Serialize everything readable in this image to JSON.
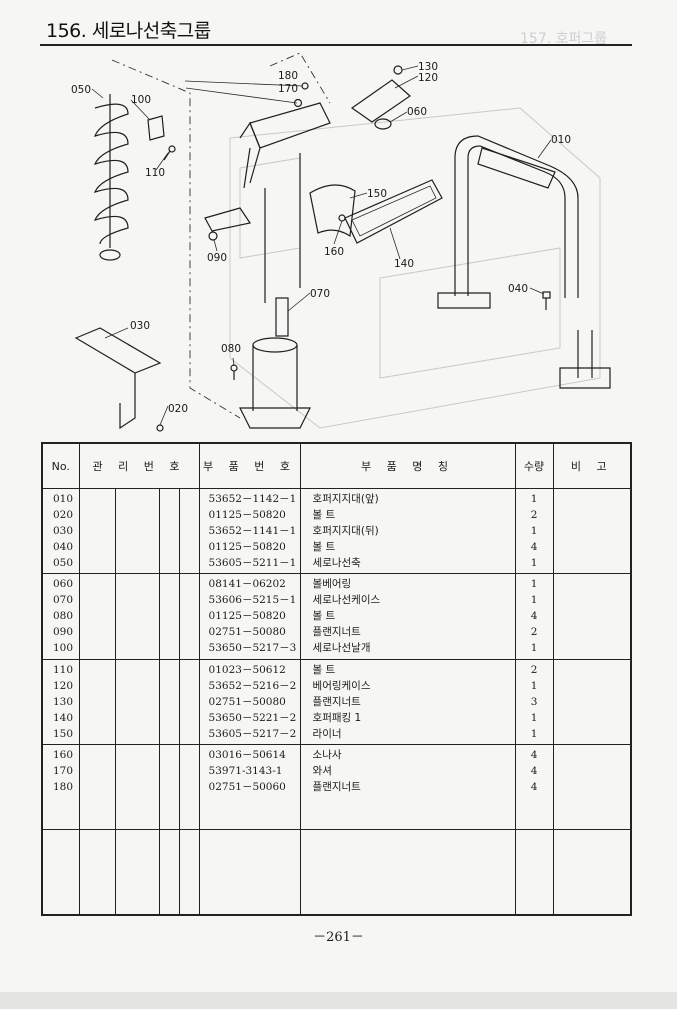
{
  "header": {
    "title": "156. 세로나선축그룹",
    "ghost_title": "157. 호퍼그룹"
  },
  "diagram": {
    "callouts": {
      "c010": "010",
      "c020": "020",
      "c030": "030",
      "c040": "040",
      "c050": "050",
      "c060": "060",
      "c070": "070",
      "c080": "080",
      "c090": "090",
      "c100": "100",
      "c110": "110",
      "c120": "120",
      "c130": "130",
      "c140": "140",
      "c150": "150",
      "c160": "160",
      "c170": "170",
      "c180": "180"
    }
  },
  "table": {
    "headers": {
      "no": "No.",
      "mgmt": "관 리 번 호",
      "part_no": "부 품 번 호",
      "name": "부 품 명 칭",
      "qty": "수량",
      "remark": "비 고"
    },
    "groups": [
      {
        "rows": [
          {
            "no": "010",
            "part_no": "53652－1142－1",
            "name": "호퍼지지대(앞)",
            "qty": "1"
          },
          {
            "no": "020",
            "part_no": "01125－50820",
            "name": "볼 트",
            "qty": "2"
          },
          {
            "no": "030",
            "part_no": "53652－1141－1",
            "name": "호퍼지지대(뒤)",
            "qty": "1"
          },
          {
            "no": "040",
            "part_no": "01125－50820",
            "name": "볼 트",
            "qty": "4"
          },
          {
            "no": "050",
            "part_no": "53605－5211－1",
            "name": "세로나선축",
            "qty": "1"
          }
        ]
      },
      {
        "rows": [
          {
            "no": "060",
            "part_no": "08141－06202",
            "name": "볼베어링",
            "qty": "1"
          },
          {
            "no": "070",
            "part_no": "53606－5215－1",
            "name": "세로나선케이스",
            "qty": "1"
          },
          {
            "no": "080",
            "part_no": "01125－50820",
            "name": "볼 트",
            "qty": "4"
          },
          {
            "no": "090",
            "part_no": "02751－50080",
            "name": "플랜지너트",
            "qty": "2"
          },
          {
            "no": "100",
            "part_no": "53650－5217－3",
            "name": "세로나선날개",
            "qty": "1"
          }
        ]
      },
      {
        "rows": [
          {
            "no": "110",
            "part_no": "01023－50612",
            "name": "볼 트",
            "qty": "2"
          },
          {
            "no": "120",
            "part_no": "53652－5216－2",
            "name": "베어링케이스",
            "qty": "1"
          },
          {
            "no": "130",
            "part_no": "02751－50080",
            "name": "플랜지너트",
            "qty": "3"
          },
          {
            "no": "140",
            "part_no": "53650－5221－2",
            "name": "호퍼패킹 1",
            "qty": "1"
          },
          {
            "no": "150",
            "part_no": "53605－5217－2",
            "name": "라이너",
            "qty": "1"
          }
        ]
      },
      {
        "rows": [
          {
            "no": "160",
            "part_no": "03016－50614",
            "name": "소나사",
            "qty": "4"
          },
          {
            "no": "170",
            "part_no": "53971-3143-1",
            "name": "와셔",
            "qty": "4"
          },
          {
            "no": "180",
            "part_no": "02751－50060",
            "name": "플랜지너트",
            "qty": "4"
          }
        ]
      },
      {
        "rows": []
      }
    ]
  },
  "footer": {
    "page_number": "－261－"
  }
}
